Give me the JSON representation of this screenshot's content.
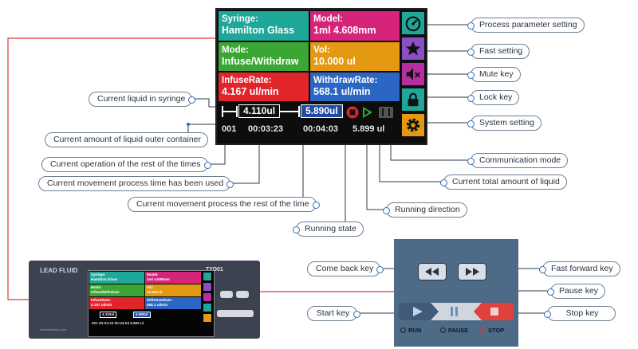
{
  "screen": {
    "cells": [
      {
        "label": "Syringe:",
        "value": "Hamilton Glass",
        "color": "#1fa89a"
      },
      {
        "label": "Model:",
        "value": "1ml 4.608mm",
        "color": "#d6247a"
      },
      {
        "label": "Mode:",
        "value": "Infuse/Withdraw",
        "color": "#3ca635"
      },
      {
        "label": "Vol:",
        "value": "10.000  ul",
        "color": "#e39a12"
      },
      {
        "label": "InfuseRate:",
        "value": "4.167  ul/min",
        "color": "#e2242b"
      },
      {
        "label": "WithdrawRate:",
        "value": "568.1  ul/min",
        "color": "#2b66c4"
      }
    ],
    "side_colors": [
      "#1fa89a",
      "#8a4fc5",
      "#b72ea0",
      "#1fa89a",
      "#e39a12"
    ],
    "current_liquid": "4.110ul",
    "outer_liquid": "5.890ul",
    "status": {
      "operation_count": "001",
      "elapsed_time": "00:03:23",
      "remaining_time": "00:04:03",
      "total_amount": "5.899 ul"
    }
  },
  "callouts": {
    "process_param": "Process parameter setting",
    "fast_setting": "Fast setting",
    "mute_key": "Mute key",
    "lock_key": "Lock key",
    "system_setting": "System setting",
    "current_liquid": "Current liquid in syringe",
    "outer_container": "Current amount of liquid outer container",
    "operation_rest": "Current operation of the rest of the times",
    "time_used": "Current movement process time has been used",
    "time_rest": "Current movement process the rest of the time",
    "running_state": "Running state",
    "running_direction": "Running direction",
    "total_liquid": "Current total amount of liquid",
    "comm_mode": "Communication mode",
    "come_back_key": "Come back key",
    "fast_forward_key": "Fast forward key",
    "pause_key": "Pause key",
    "start_key": "Start key",
    "stop_key": "Stop key"
  },
  "device": {
    "brand": "LEAD FLUID",
    "model": "TYD01",
    "url": "www.leadfluid.com",
    "mini_cells": [
      {
        "label": "Syringe:",
        "value": "Hamilton Glass"
      },
      {
        "label": "Model:",
        "value": "1ml 4.608mm"
      },
      {
        "label": "Mode:",
        "value": "Infuse/Withdraw"
      },
      {
        "label": "Vol:",
        "value": "10.000  ul"
      },
      {
        "label": "InfuseRate:",
        "value": "4.167  ul/min"
      },
      {
        "label": "WithdrawRate:",
        "value": "568.1  ul/min"
      }
    ],
    "mini_liquid": "4.110ul",
    "mini_outer": "5.890ul",
    "mini_status": "001   00:03:23   00:04:03   5.899 ul"
  },
  "control_panel": {
    "run": "RUN",
    "pause": "PAUSE",
    "stop": "STOP"
  },
  "colors": {
    "line_red": "#d93a3a",
    "line_dark": "#2b3a4a",
    "label_border": "#6e7f8e",
    "dot": "#2f6fb6"
  }
}
